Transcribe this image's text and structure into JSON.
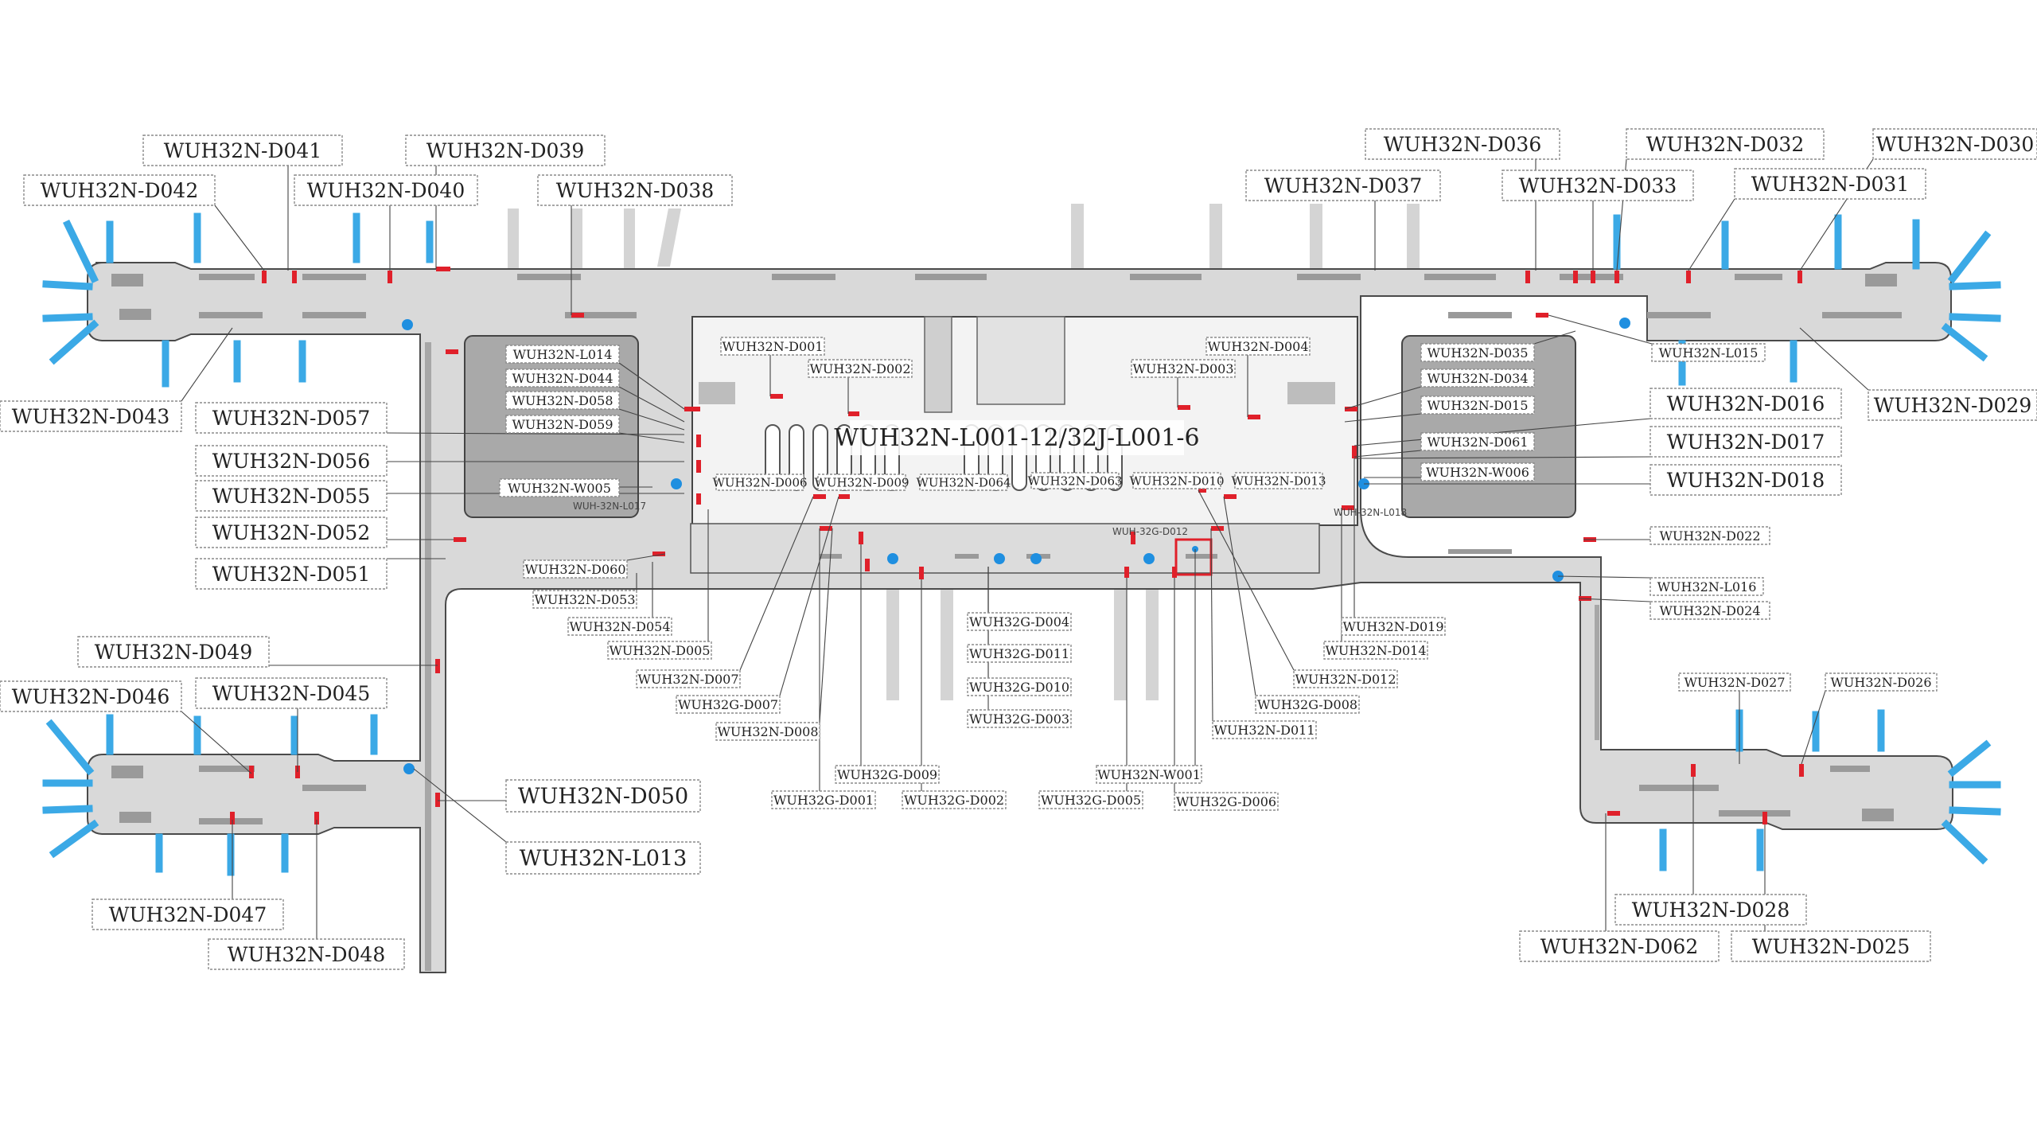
{
  "colors": {
    "bridge": "#3ba9e6",
    "door": "#e0202a",
    "marker": "#1f8fe0",
    "corridor": "#d9d9d9",
    "block": "#a9a9a9"
  },
  "main_label": "WUH32N-L001-12/32J-L001-6",
  "labels": [
    "WUH32N-D041",
    "WUH32N-D039",
    "WUH32N-D042",
    "WUH32N-D040",
    "WUH32N-D038",
    "WUH32N-D043",
    "WUH32N-D057",
    "WUH32N-D056",
    "WUH32N-D055",
    "WUH32N-D052",
    "WUH32N-D051",
    "WUH32N-D049",
    "WUH32N-D046",
    "WUH32N-D045",
    "WUH32N-D050",
    "WUH32N-L013",
    "WUH32N-D047",
    "WUH32N-D048",
    "WUH32N-L014",
    "WUH32N-D044",
    "WUH32N-D058",
    "WUH32N-D059",
    "WUH32N-W005",
    "WUH32N-D060",
    "WUH32N-D053",
    "WUH32N-D054",
    "WUH32N-D005",
    "WUH32N-D007",
    "WUH32G-D007",
    "WUH32N-D008",
    "WUH32N-D001",
    "WUH32N-D002",
    "WUH32N-D006",
    "WUH32N-D009",
    "WUH32N-D064",
    "WUH32N-D063",
    "WUH32N-D010",
    "WUH32N-D013",
    "WUH32N-D003",
    "WUH32N-D004",
    "WUH32G-D004",
    "WUH32G-D011",
    "WUH32G-D010",
    "WUH32G-D003",
    "WUH32G-D009",
    "WUH32G-D001",
    "WUH32G-D002",
    "WUH32N-W001",
    "WUH32G-D005",
    "WUH32G-D006",
    "WUH32N-D011",
    "WUH32G-D008",
    "WUH32N-D012",
    "WUH32N-D014",
    "WUH32N-D019",
    "WUH32N-D036",
    "WUH32N-D032",
    "WUH32N-D030",
    "WUH32N-D037",
    "WUH32N-D033",
    "WUH32N-D031",
    "WUH32N-L015",
    "WUH32N-D029",
    "WUH32N-D016",
    "WUH32N-D017",
    "WUH32N-D018",
    "WUH32N-D035",
    "WUH32N-D034",
    "WUH32N-D015",
    "WUH32N-D061",
    "WUH32N-W006",
    "WUH32N-D022",
    "WUH32N-L016",
    "WUH32N-D024",
    "WUH32N-D027",
    "WUH32N-D026",
    "WUH32N-D028",
    "WUH32N-D062",
    "WUH32N-D025"
  ],
  "small_tags": [
    "WUH-32N-L017",
    "WUH-32G-D012",
    "WUH-32N-L018"
  ]
}
